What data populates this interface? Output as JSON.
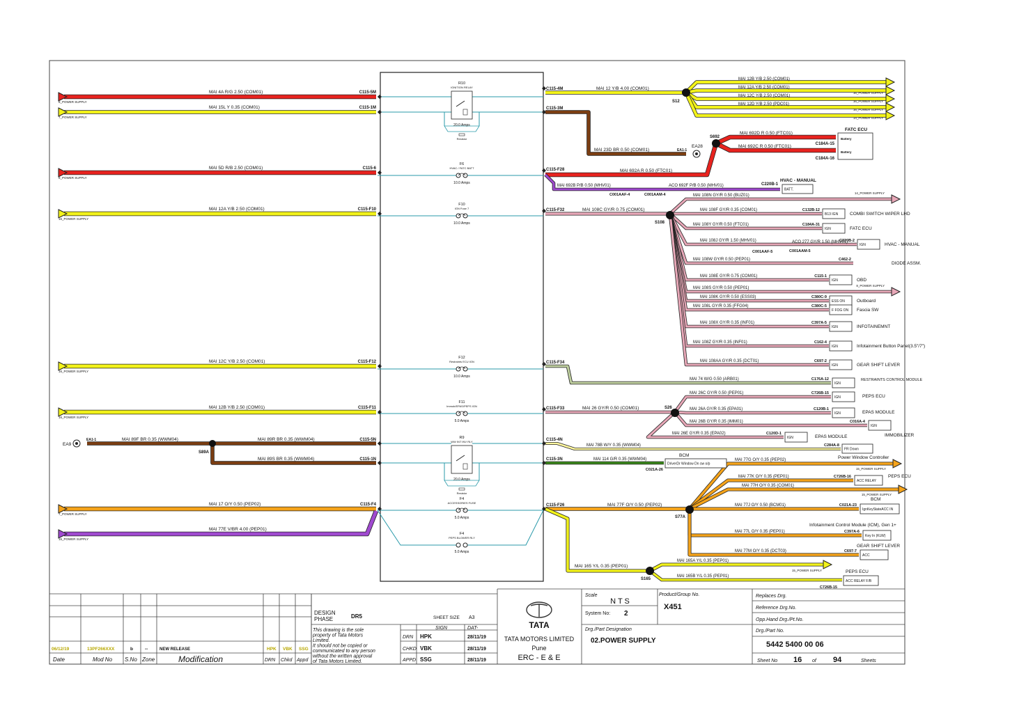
{
  "colors": {
    "red": "#e8231f",
    "yellow": "#f2f21a",
    "brown": "#7a3d12",
    "purple": "#a04ad0",
    "orange": "#f5a31a",
    "greygreen": "#c0d0a0",
    "green": "#3a8a1a",
    "pink": "#e8a8b8",
    "cyan": "#2a9aaa",
    "olive": "#b8a800"
  },
  "left_wires": [
    {
      "label": "MAI  4A  R/G  2.50  (COM01)",
      "supply": "8_POWER SUPPLY",
      "pin": "C115-5M",
      "color": "red"
    },
    {
      "label": "MAI  15L  Y  0.35  (COM01)",
      "supply": "7_POWER SUPPLY",
      "pin": "C115-1M",
      "color": "yellow"
    },
    {
      "label": "MAI  5D  R/B  2.50  (COM01)",
      "supply": "8_POWER SUPPLY",
      "pin": "C115-6",
      "color": "red"
    },
    {
      "label": "MAI  12A  Y/B  2.50  (COM01)",
      "supply": "16_POWER SUPPLY",
      "pin": "C115-F10",
      "color": "yellow"
    },
    {
      "label": "MAI  12C  Y/B  2.50  (COM01)",
      "supply": "16_POWER SUPPLY",
      "pin": "C115-F12",
      "color": "yellow"
    },
    {
      "label": "MAI  12B  Y/B  2.50  (COM01)",
      "supply": "16_POWER SUPPLY",
      "pin": "C115-F11",
      "color": "yellow"
    },
    {
      "label": "MAI  17  O/Y  0.50  (PEP02)",
      "supply": "7_POWER SUPPLY",
      "pin": "C115-F4",
      "color": "orange"
    },
    {
      "label": "MAI  77E  V/BR  4.00  (PEP01)",
      "supply": "15_POWER SUPPLY",
      "pin": "",
      "color": "purple"
    }
  ],
  "ea9": {
    "name": "EA9",
    "pin": "EA1-1",
    "label": "MAI  89F  BR  0.35  (WWM04)",
    "splice": "S89A",
    "branch_top": "MAI  89R  BR  0.35  (WWM04)",
    "pin_top": "C115-5N",
    "branch_bottom": "MAI  89S  BR  0.35  (WWM04)",
    "pin_bottom": "C115-1N"
  },
  "fuses": [
    {
      "name": "R10",
      "desc": "IGNITION RELAY",
      "amps": "20.0 Amps",
      "res": "Resistor"
    },
    {
      "name": "F6",
      "desc": "HVAC / FATC  BATT",
      "amps": "10.0 Amps"
    },
    {
      "name": "F10",
      "desc": "IGN Fuse 7",
      "amps": "10.0 Amps"
    },
    {
      "name": "F12",
      "desc": "Restraints ECU  IGN",
      "amps": "10.0 Amps"
    },
    {
      "name": "F11",
      "desc": "Immob/EPAS/PEPS IGN",
      "amps": "5.0 Amps"
    },
    {
      "name": "R9",
      "desc": "WW INT INV  RLY",
      "amps": "20.0 Amps",
      "res": "Resistor"
    },
    {
      "name": "F4",
      "desc": "ACCESSORIES FUSE",
      "amps": "5.0 Amps"
    },
    {
      "name": "F4",
      "desc": "PEPS BLOWER RLY",
      "amps": "5.0 Amps"
    }
  ],
  "right_pins": {
    "p4m": "C115-4M",
    "p3m": "C115-3M",
    "f28": "C115-F28",
    "f32": "C115-F32",
    "f34": "C115-F34",
    "f33": "C115-F33",
    "p4n": "C115-4N",
    "p3n": "C115-3N",
    "f26": "C115-F26"
  },
  "s12": {
    "splice": "S12",
    "main": "MAI  12  Y/B  4.00  (COM01)",
    "branches": [
      {
        "label": "MAI  12B  Y/B  2.50  (COM01)",
        "supply": ""
      },
      {
        "label": "MAI  12A  Y/B  2.50  (COM01)",
        "supply": "16_POWER SUPPLY"
      },
      {
        "label": "MAI  12C  Y/B  2.50  (COM01)",
        "supply": "16_POWER SUPPLY"
      },
      {
        "label": "MAI  12D  Y/B  2.50  (PDC01)",
        "supply": "16_POWER SUPPLY"
      },
      {
        "label": "",
        "supply": "14_POWER SUPPLY"
      }
    ]
  },
  "ea28": {
    "label": "MAI  23D  BR  0.50  (COM01)",
    "pin": "EA1-1",
    "name": "EA28"
  },
  "s692": {
    "splice": "S692",
    "main": "MAI  692A  R  0.50  (FTC01)",
    "b1": "MAI  692D  R  0.50  (FTC01)",
    "b1pin": "C184A-15",
    "b2": "MAI  692C  R  0.50  (FTC01)",
    "b2pin": "C184A-16",
    "ecu": "FATC ECU",
    "bat": "Battery",
    "hvac_wire": "MAI  692B  P/B  0.50  (MHV01)",
    "hvac_c1": "C001AAF-4",
    "hvac_c2": "C001AAM-4",
    "aco": "ACO  692F  P/B  0.50  (MHV01)",
    "hvac_pin": "C220B-1",
    "hvac": "HVAC - MANUAL",
    "batt": "BATT."
  },
  "s108": {
    "splice": "S108",
    "main": "MAI  108C  GY/R  0.75  (COM01)",
    "branches": [
      {
        "label": "MAI  108N  GY/R  0.50  (BUZ01)",
        "pin": "",
        "box": "",
        "name": "14_POWER SUPPLY"
      },
      {
        "label": "MAI  108F  GY/R  0.35  (COM01)",
        "pin": "C132B-12",
        "box": "B13 IGN",
        "name": "COMBI SWITCH WIPER LHD"
      },
      {
        "label": "MAI  108Y  GY/R  0.50  (FTC01)",
        "pin": "C184A-31",
        "box": "IGN",
        "name": "FATC ECU"
      },
      {
        "label": "MAI  108J  GY/R  1.50  (MHV01)",
        "pin": "C220B-2",
        "box": "IGN",
        "name": "HVAC - MANUAL"
      },
      {
        "label": "MAI  108W  GY/R  0.50  (PEP01)",
        "pin": "C462-2",
        "box": "",
        "name": "DIODE ASSM."
      },
      {
        "label": "MAI  108E  GY/R  0.75  (COM01)",
        "pin": "C115-1",
        "box": "IGN",
        "name": "OBD"
      },
      {
        "label": "MAI  108S  GY/R  0.50  (PEP01)",
        "pin": "",
        "box": "",
        "name": "8_POWER SUPPLY"
      },
      {
        "label": "MAI  108K  GY/R  0.50  (ESS03)",
        "pin": "C380C-9",
        "box": "ESS ON",
        "name": "Outboard"
      },
      {
        "label": "MAI  108L  GY/R  0.35  (FFG04)",
        "pin": "C380C-5",
        "box": "F FOG ON",
        "name": "Fascia SW"
      },
      {
        "label": "MAI  108X  GY/R  0.35  (INF01)",
        "pin": "C397A-5",
        "box": "IGN",
        "name": "INFOTAINEMNT"
      },
      {
        "label": "MAI  108Z  GY/R  0.35  (INF01)",
        "pin": "C162-4",
        "box": "IGN",
        "name": "Infotainment Button Panel(3.5\"/7\")"
      },
      {
        "label": "MAI  108AA  GY/R  0.35  (DCT01)",
        "pin": "C697-2",
        "box": "IGN",
        "name": "GEAR SHIFT LEVER"
      }
    ],
    "aco": "ACO  277  GY/R  1.50  (MHV01)",
    "c1": "C001AAF-5",
    "c2": "C001AAM-5"
  },
  "f34_wire": {
    "label": "MAI  74  W/G  0.50  (ARB01)",
    "pin": "C176A-12",
    "box": "IGN",
    "name": "RESTRAINTS CONTROL MODULE"
  },
  "s26": {
    "splice": "S26",
    "main": "MAI  26  GY/R  0.50  (COM01)",
    "branches": [
      {
        "label": "MAI  26C  GY/R  0.50  (PEP01)",
        "pin": "C726B-15",
        "box": "IGN",
        "name": "PEPS ECU"
      },
      {
        "label": "MAI  26A  GY/R  0.35  (EPA01)",
        "pin": "C120B-1",
        "box": "IGN",
        "name": "EPAS MODULE"
      },
      {
        "label": "MAI  26B  GY/R  0.35  (IMM01)",
        "pin": "C016A-4",
        "box": "IGN",
        "name": "IMMOBILIZER"
      },
      {
        "label": "MAI  26E  GY/R  0.35  (EPA02)",
        "pin": "C120D-1",
        "box": "IGN",
        "name": "EPAS MODULE"
      }
    ]
  },
  "w78": {
    "label": "MAI  78B  W/Y  0.35  (WWM04)",
    "pin": "C284A-8",
    "box": "FR Down",
    "name": "Power Window Controller"
  },
  "w114": {
    "label": "MAI  114  G/R  0.35  (WWM04)",
    "pin": "C021A-26",
    "box": "DriverDr Window Dn sw  o/p",
    "name": "BCM"
  },
  "s77a": {
    "splice": "S77A",
    "main": "MAI  77F  O/Y  0.50  (PEP02)",
    "branches": [
      {
        "label": "MAI  77G  O/Y  0.35  (PEP02)",
        "pin": "",
        "box": "",
        "name": "15_POWER SUPPLY"
      },
      {
        "label": "MAI  77K  O/Y  0.35  (PEP01)",
        "pin": "C726B-16",
        "box": "ACC RELAY",
        "name": "PEPS ECU"
      },
      {
        "label": "MAI  77H  O/Y  0.35  (COM01)",
        "pin": "",
        "box": "",
        "name": "15_POWER SUPPLY"
      },
      {
        "label": "MAI  77J  O/Y  0.50  (BCM01)",
        "pin": "C021A-23",
        "box": "IgnKeyStateACC IN",
        "name": "BCM"
      },
      {
        "label": "MAI  77L  O/Y  0.35  (PEP01)",
        "pin": "C397A-6",
        "box": "Key In (KLW)",
        "name": "Infotainment Control Module (ICM), Gen 1+"
      },
      {
        "label": "MAI  77M  O/Y  0.35  (DCT03)",
        "pin": "C697-7",
        "box": "ACC",
        "name": "GEAR SHIFT LEVER"
      }
    ]
  },
  "s165": {
    "splice": "S165",
    "main": "MAI  165  Y/L  0.35  (PEP01)",
    "b1": "MAI  165A  Y/L  0.35  (PEP01)",
    "b1supply": "15_POWER SUPPLY",
    "b2": "MAI  165B  Y/L  0.35  (PEP01)",
    "b2pin": "C726B-15",
    "b2box": "ACC RELAY F/B",
    "b2name": "PEPS ECU"
  },
  "title_block": {
    "rev": {
      "date": "06/12/19",
      "mod": "13PF266XXX",
      "sno": "b",
      "zone": "--",
      "desc": "NEW RELEASE",
      "drn": "HPK",
      "chkd": "VBK",
      "appd": "SSG"
    },
    "hdr": {
      "date": "Date",
      "mod": "Mod No",
      "sno": "S.No",
      "zone": "Zone",
      "desc": "Modification",
      "drn": "DRN",
      "chkd": "Chkd",
      "appd": "Appd"
    },
    "design_phase_label": "DESIGN PHASE",
    "design_phase": "DR5",
    "sheet_size_label": "SHEET SIZE",
    "sheet_size": "A3",
    "sign": "SIGN",
    "dat": "DAT-",
    "notice": [
      "This drawing is the sole",
      "property of Tata Motors",
      "Limited.",
      "  It should not be copied or",
      "communicated to any person",
      "without the written approval",
      "of Tata Motors Limited."
    ],
    "drn_label": "DRN",
    "drn": "HPK",
    "drn_date": "28/11/19",
    "chkd_label": "CHKD",
    "chkd": "VBK",
    "chkd_date": "28/11/19",
    "appd_label": "APPD",
    "appd": "SSG",
    "appd_date": "28/11/19",
    "company": "TATA",
    "company2": "TATA MOTORS LIMITED",
    "city": "Pune",
    "dept": "ERC - E & E",
    "scale_label": "Scale",
    "scale": "N T S",
    "system_label": "System No:",
    "system": "2",
    "product_label": "Product/Group No.",
    "product": "X451",
    "designation_label": "Drg./Part Designation",
    "designation": "02.POWER SUPPLY",
    "replaces": "Replaces Drg.",
    "reference": "Reference Drg.No.",
    "opp": "Opp.Hand Drg./Pt.No.",
    "part_label": "Drg./Part No.",
    "part": "5442 5400 00 06",
    "sheet_label": "Sheet No",
    "sheet": "16",
    "of": "of",
    "total": "94",
    "sheets": "Sheets"
  }
}
